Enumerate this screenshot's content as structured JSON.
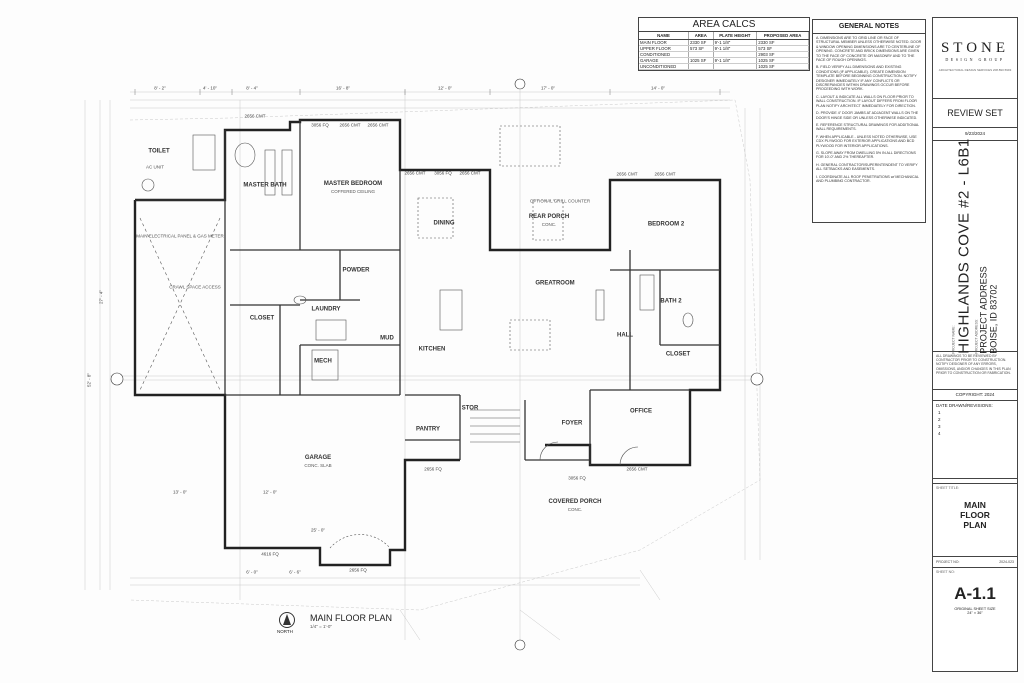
{
  "area_calcs": {
    "title": "AREA CALCS",
    "headers": [
      "NAME",
      "AREA",
      "PLATE HEIGHT",
      "PROPOSED AREA"
    ],
    "rows": [
      [
        "MAIN FLOOR",
        "2330 SF",
        "9'-1 1/8\"",
        "2330 SF"
      ],
      [
        "UPPER FLOOR",
        "573 SF",
        "9'-1 1/8\"",
        "573 SF"
      ],
      [
        "CONDITIONED",
        "",
        "",
        "2903 SF"
      ],
      [
        "GARAGE",
        "1025 SF",
        "9'-1 1/8\"",
        "1025 SF"
      ],
      [
        "UNCONDITIONED",
        "",
        "",
        "1025 SF"
      ]
    ]
  },
  "general_notes": {
    "title": "GENERAL NOTES",
    "items": [
      "A. DIMENSIONS ARE TO GRID LINE OR FACE OF STRUCTURAL MEMBER UNLESS OTHERWISE NOTED. DOOR & WINDOW OPENING DIMENSIONS ARE TO CENTERLINE OF OPENING. CONCRETE AND BRICK DIMENSIONS ARE GIVEN TO THE FACE OF CONCRETE OR MASONRY AND TO THE FACE OF ROUGH OPENINGS.",
      "B. FIELD VERIFY ALL DIMENSIONS AND EXISTING CONDITIONS (IF APPLICABLE). CREATE DIMENSION TEMPLATE BEFORE BEGINNING CONSTRUCTION. NOTIFY DESIGNER IMMEDIATELY IF ANY CONFLICTS OR DISCREPANCIES WITHIN DRAWINGS OCCUR BEFORE PROCEEDING WITH WORK.",
      "C. LAYOUT & INDICATE ALL WALLS ON FLOOR PRIOR TO WALL CONSTRUCTION. IF LAYOUT DIFFERS FROM FLOOR PLAN NOTIFY ARCHITECT IMMEDIATELY FOR DIRECTION.",
      "D. PROVIDE 4\" DOOR JAMBS AT ADJACENT WALLS ON THE DOOR'S HINGE SIDE OR UNLESS OTHERWISE INDICATED.",
      "E. REFERENCE STRUCTURAL DRAWINGS FOR ADDITIONAL WALL REQUIREMENTS.",
      "F. WHEN APPLICABLE - UNLESS NOTED OTHERWISE, USE CDX PLYWOOD FOR EXTERIOR APPLICATIONS AND BCD PLYWOOD FOR INTERIOR APPLICATIONS.",
      "G. SLOPE AWAY FROM DWELLING 5% IN ALL DIRECTIONS FOR 10'-0\" AND 2% THEREAFTER.",
      "H. GENERAL CONTRACTOR/SUPERINTENDENT TO VERIFY ALL SETBACKS AND EASEMENTS.",
      "I. COORDINATE ALL ROOF PENETRATIONS w/ MECHANICAL AND PLUMBING CONTRACTOR."
    ]
  },
  "title_block": {
    "logo_main": "STONE",
    "logo_sub": "DESIGN GROUP",
    "logo_small": "ARCHITECTURAL DESIGN SERVICES 208.890.5993",
    "status": "REVIEW SET",
    "date": "9/23/2024",
    "project_name_label": "PROJECT NAME:",
    "project_name": "HIGHLANDS COVE #2 - L6B1",
    "project_address_label": "PROJECT ADDRESS:",
    "project_address_1": "PROJECT ADDRESS",
    "project_address_2": "BOISE, ID 83702",
    "disclaimer": "ALL DRAWINGS TO BE REVIEWED BY CONTRACTOR PRIOR TO CONSTRUCTION. NOTIFY DESIGNER OF ANY ERRORS, OMISSIONS, AND/OR CHANGES IN THIS PLAN PRIOR TO CONSTRUCTION OR FABRICATION.",
    "copyright": "COPYRIGHT: 2024",
    "revisions_label": "DATE DRAWN/REVISIONS:",
    "revisions": [
      "1",
      "2",
      "3",
      "4"
    ],
    "sheet_title_label": "SHEET TITLE:",
    "sheet_title_1": "MAIN",
    "sheet_title_2": "FLOOR",
    "sheet_title_3": "PLAN",
    "project_no_label": "PROJECT NO:",
    "project_no": "2024-023",
    "sheet_no_label": "SHEET NO:",
    "sheet_no": "A-1.1",
    "original_sheet_size": "ORIGINAL SHEET SIZE",
    "original_sheet_dims": "24\" × 36\""
  },
  "plan": {
    "title": "MAIN FLOOR PLAN",
    "scale": "1/4\" = 1'-0\"",
    "north": "NORTH",
    "rooms": {
      "toilet": "TOILET",
      "ac_unit": "AC UNIT",
      "master_bath": "MASTER BATH",
      "master_bedroom": "MASTER BEDROOM",
      "master_bedroom_note": "COFFERED CEILING",
      "main_electrical": "MAIN ELECTRICAL PANEL & GAS METER",
      "crawl_space": "CRAWL SPACE ACCESS",
      "closet": "CLOSET",
      "powder": "POWDER",
      "laundry": "LAUNDRY",
      "mech": "MECH",
      "mud": "MUD",
      "dining": "DINING",
      "kitchen": "KITCHEN",
      "great_room": "GREATROOM",
      "rear_porch": "REAR PORCH",
      "rear_porch_note": "CONC.",
      "optional_grill": "OPTIONAL GRILL COUNTER",
      "bedroom_2": "BEDROOM 2",
      "bath_2": "BATH 2",
      "hall": "HALL",
      "closet_2": "CLOSET",
      "office": "OFFICE",
      "foyer": "FOYER",
      "stor": "STOR",
      "pantry": "PANTRY",
      "garage": "GARAGE",
      "garage_note": "CONC. SLAB",
      "covered_porch": "COVERED PORCH",
      "covered_porch_note": "CONC."
    },
    "dims_top": [
      "8' - 2\"",
      "4' - 10\"",
      "8' - 4\"",
      "16' - 8\"",
      "12' - 0\"",
      "17' - 0\"",
      "14' - 0\""
    ],
    "dims_bottom": [
      "13' - 0\"",
      "12' - 0\"",
      "25' - 0\"",
      "6' - 0\"",
      "6' - 6\""
    ],
    "dims_left": [
      "52' - 8\"",
      "27' - 4\""
    ],
    "windows": [
      "2656 CMT",
      "3056 FQ",
      "2656 CMT",
      "2656 CMT",
      "3056 FQ",
      "2656 CMT",
      "2656 CMT",
      "2656 CMT",
      "2656 CMT",
      "2656 CMT",
      "2656 FQ",
      "3056 FQ",
      "4616 FQ",
      "2656 FQ"
    ]
  }
}
